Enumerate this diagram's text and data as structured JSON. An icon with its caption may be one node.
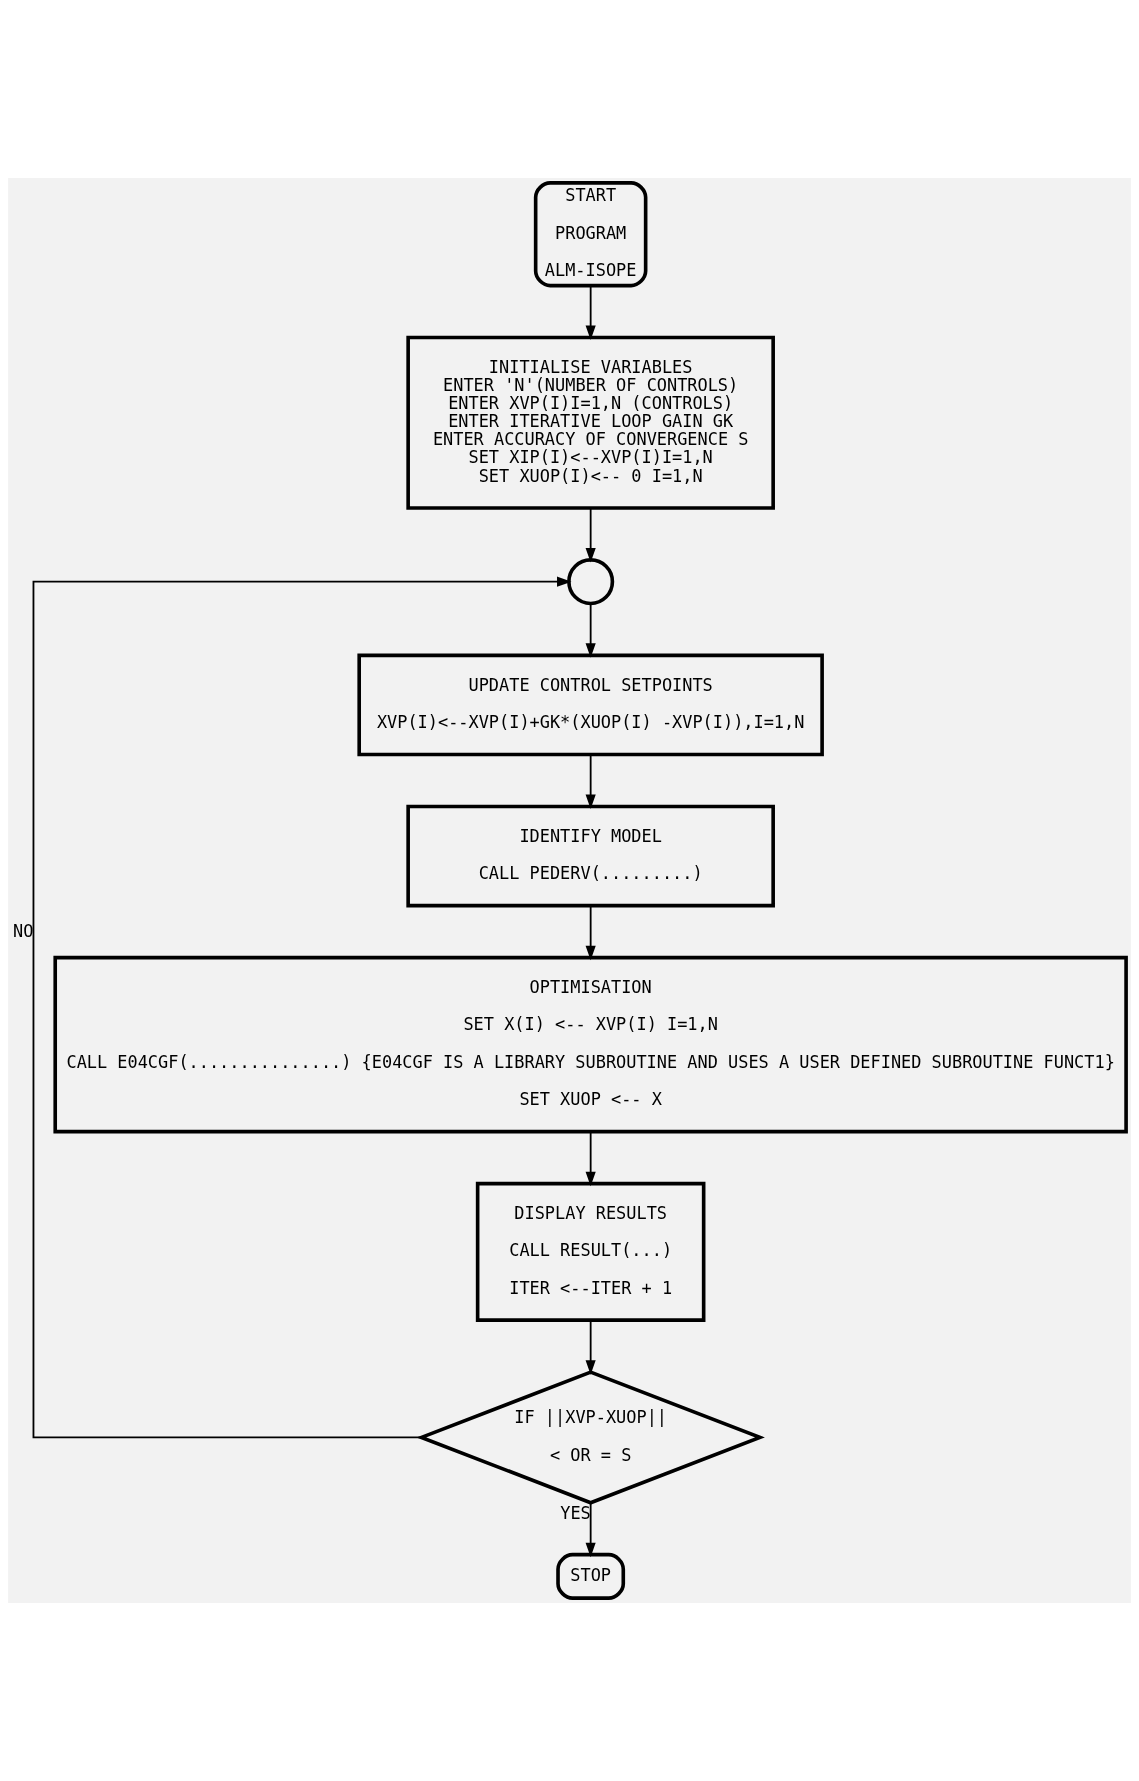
{
  "diagram": {
    "nodes": [
      {
        "text": [
          "START",
          "PROGRAM",
          "ALM-ISOPE"
        ]
      },
      {
        "text": [
          "INITIALISE VARIABLES",
          "ENTER 'N'(NUMBER OF CONTROLS)",
          "ENTER XVP(I)I=1,N (CONTROLS)",
          "ENTER ITERATIVE LOOP GAIN GK",
          "ENTER ACCURACY OF CONVERGENCE S",
          "SET XIP(I)<--XVP(I)I=1,N",
          "SET XUOP(I)<-- 0 I=1,N"
        ]
      },
      {
        "text": [],
        "shape": "circle"
      },
      {
        "text": [
          "UPDATE CONTROL SETPOINTS",
          "XVP(I)<--XVP(I)+GK*(XUOP(I) -XVP(I)),I=1,N"
        ]
      },
      {
        "text": [
          "IDENTIFY MODEL",
          "CALL PEDERV(.........)"
        ]
      },
      {
        "text": [
          "OPTIMISATION",
          "SET X(I) <-- XVP(I) I=1,N",
          "CALL E04CGF(...............) {E04CGF IS A LIBRARY SUBROUTINE AND USES A USER DEFINED SUBROUTINE FUNCT1}",
          "SET XUOP <-- X"
        ]
      },
      {
        "text": [
          "DISPLAY RESULTS",
          "CALL RESULT(...)",
          "ITER <--ITER + 1"
        ]
      },
      {
        "text": [
          "IF ||XVP-XUOP||",
          "< OR = S"
        ]
      },
      {
        "text": [
          "STOP"
        ]
      }
    ],
    "edges": [
      {
        "from": 0,
        "to": 1,
        "arrow": "to"
      },
      {
        "from": 1,
        "to": 2,
        "arrow": "to"
      },
      {
        "from": 2,
        "to": 3,
        "arrow": "to"
      },
      {
        "from": 3,
        "to": 4,
        "arrow": "to"
      },
      {
        "from": 4,
        "to": 5,
        "arrow": "to"
      },
      {
        "from": 5,
        "to": 6,
        "arrow": "to"
      },
      {
        "from": 6,
        "to": 7,
        "arrow": "to"
      },
      {
        "from": 7,
        "to": 2,
        "arrow": "to",
        "label": "NO"
      },
      {
        "from": 7,
        "to": 8,
        "arrow": "to",
        "label": "YES"
      }
    ]
  }
}
